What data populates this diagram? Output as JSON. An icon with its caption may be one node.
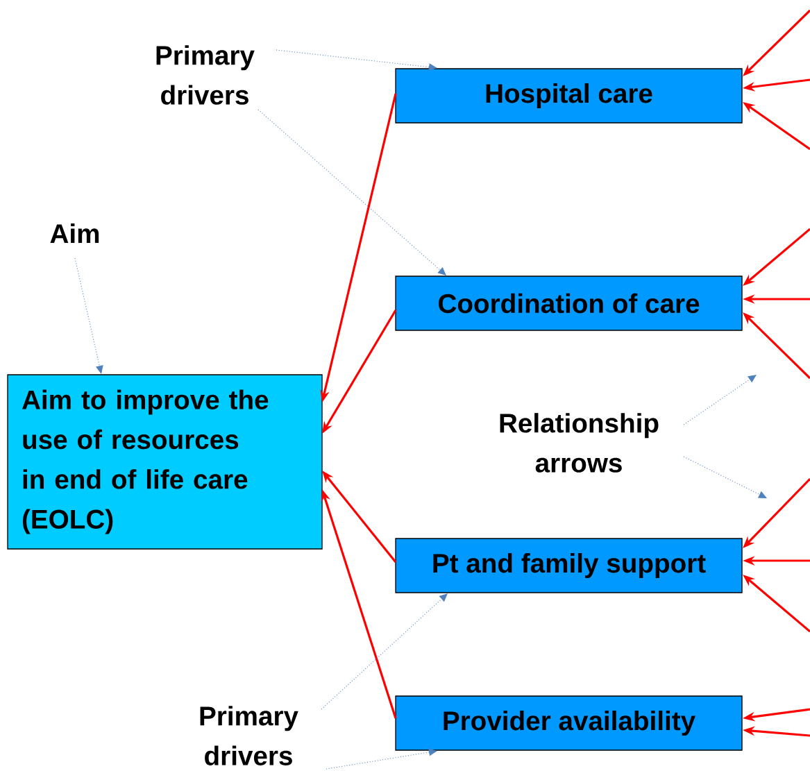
{
  "diagram": {
    "nodes": [
      {
        "text": [
          "Primary drivers"
        ]
      },
      {
        "text": [
          "Hospital care"
        ]
      },
      {
        "text": [
          "Aim"
        ]
      },
      {
        "text": [
          "Coordination of care"
        ]
      },
      {
        "text": [
          "Aim to improve the use of resources in end of life care (EOLC)"
        ]
      },
      {
        "text": [
          "Relationship arrows"
        ]
      },
      {
        "text": [
          "Pt and family support"
        ]
      },
      {
        "text": [
          "Primary drivers"
        ]
      },
      {
        "text": [
          "Provider availability"
        ]
      }
    ],
    "edges": [
      {
        "from": 1,
        "to": 4,
        "arrow": "to"
      },
      {
        "from": 3,
        "to": 4,
        "arrow": "to"
      },
      {
        "from": 6,
        "to": 4,
        "arrow": "to"
      },
      {
        "from": 8,
        "to": 4,
        "arrow": "to"
      },
      {
        "from": null,
        "to": 1,
        "arrow": "to"
      },
      {
        "from": null,
        "to": 1,
        "arrow": "to"
      },
      {
        "from": null,
        "to": 1,
        "arrow": "to"
      },
      {
        "from": null,
        "to": 3,
        "arrow": "to"
      },
      {
        "from": null,
        "to": 3,
        "arrow": "to"
      },
      {
        "from": null,
        "to": 3,
        "arrow": "to"
      },
      {
        "from": null,
        "to": 6,
        "arrow": "to"
      },
      {
        "from": null,
        "to": 6,
        "arrow": "to"
      },
      {
        "from": null,
        "to": 6,
        "arrow": "to"
      },
      {
        "from": null,
        "to": 8,
        "arrow": "to"
      },
      {
        "from": null,
        "to": 8,
        "arrow": "to"
      },
      {
        "from": 0,
        "to": 1,
        "arrow": "to",
        "style": "dashed",
        "color": "#4f81bd"
      },
      {
        "from": 0,
        "to": 3,
        "arrow": "to",
        "style": "dashed",
        "color": "#4f81bd"
      },
      {
        "from": 2,
        "to": 4,
        "arrow": "to",
        "style": "dashed",
        "color": "#4f81bd"
      },
      {
        "from": 5,
        "to": null,
        "arrow": "to",
        "style": "dashed",
        "color": "#4f81bd"
      },
      {
        "from": 5,
        "to": null,
        "arrow": "to",
        "style": "dashed",
        "color": "#4f81bd"
      },
      {
        "from": 7,
        "to": 6,
        "arrow": "to",
        "style": "dashed",
        "color": "#4f81bd"
      },
      {
        "from": 7,
        "to": 8,
        "arrow": "to",
        "style": "dashed",
        "color": "#4f81bd"
      }
    ]
  }
}
